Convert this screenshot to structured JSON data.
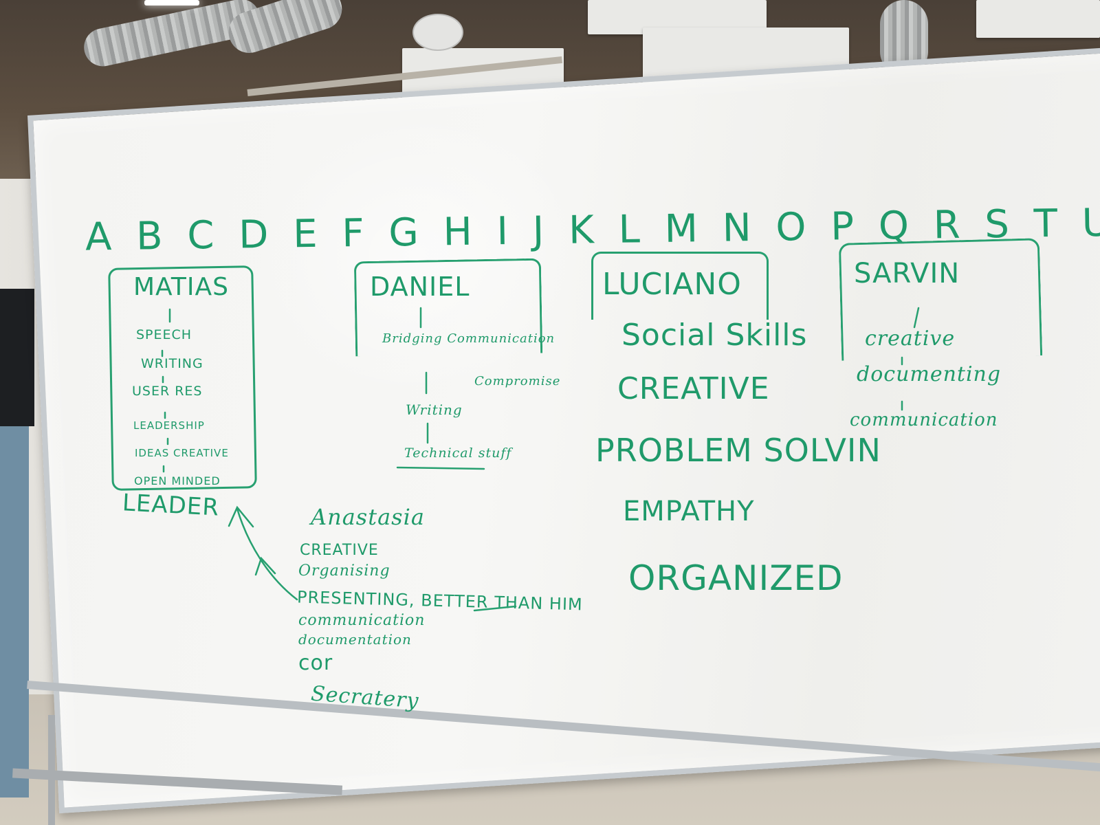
{
  "board": {
    "alphabet": "A B C D E F G H I J K L M N O P Q R S T U V W",
    "matias": {
      "name": "MATIAS",
      "items": [
        "SPEECH",
        "WRITING",
        "USER RES",
        "LEADERSHIP",
        "IDEAS CREATIVE",
        "OPEN MINDED"
      ],
      "role": "LEADER"
    },
    "daniel": {
      "name": "DANIEL",
      "items": [
        "Bridging Communication",
        "Compromise",
        "Writing",
        "Technical stuff"
      ]
    },
    "luciano": {
      "name": "LUCIANO",
      "items": [
        "Social Skills",
        "CREATIVE",
        "PROBLEM SOLVIN",
        "EMPATHY",
        "ORGANIZED"
      ]
    },
    "sarvin": {
      "name": "SARVIN",
      "items": [
        "creative",
        "documenting",
        "communication"
      ]
    },
    "anastasia": {
      "name": "Anastasia",
      "items": [
        "CREATIVE",
        "Organising",
        "PRESENTING, BETTER THAN HIM",
        "communication",
        "documentation",
        "cor"
      ],
      "role": "Secratery"
    }
  },
  "colors": {
    "ink": "#1f9a6a",
    "board": "#f4f4f2",
    "frame": "#c6cbcf"
  }
}
